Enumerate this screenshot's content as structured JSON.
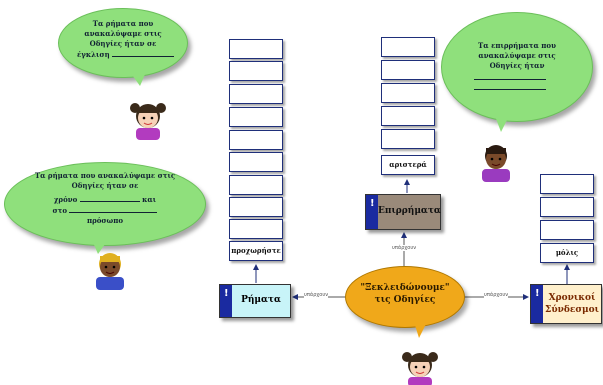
{
  "bubble_top_left": {
    "line1": "Τα ρήματα που",
    "line2": "ανακαλύψαμε στις",
    "line3": "Οδηγίες ήταν σε",
    "line4": "έγκλιση"
  },
  "bubble_mid_left": {
    "line1": "Τα ρήματα που ανακαλύψαμε στις",
    "line2": "Οδηγίες ήταν σε",
    "line3_a": "χρόνο",
    "line3_b": "και",
    "line4": "στο",
    "line5": "πρόσωπο"
  },
  "bubble_top_right": {
    "line1": "Τα επιρρήματα που",
    "line2": "ανακαλύψαμε στις",
    "line3": "Οδηγίες ήταν"
  },
  "center_node": {
    "line1": "\"Ξεκλειδώνουμε\"",
    "line2": "τις Οδηγίες"
  },
  "verbs": {
    "label": "Ρήματα",
    "example": "προχωρήστε"
  },
  "adverbs": {
    "label": "Επιρρήματα",
    "example": "αριστερά"
  },
  "conjunctions": {
    "label_line1": "Χρονικοί",
    "label_line2": "Σύνδεσμοι",
    "example": "μόλις"
  },
  "links": {
    "left": "υπάρχουν",
    "up": "υπάρχουν",
    "right": "υπάρχουν"
  },
  "icons": {
    "bang": "!"
  },
  "colors": {
    "bubble_green": "#8fe07c",
    "center_orange": "#f0a81a",
    "verbs_cyan": "#c8f4f8",
    "adverbs_brown": "#9a8a7a",
    "conjunctions_cream": "#fff0cc",
    "navy": "#1a2aa0"
  }
}
